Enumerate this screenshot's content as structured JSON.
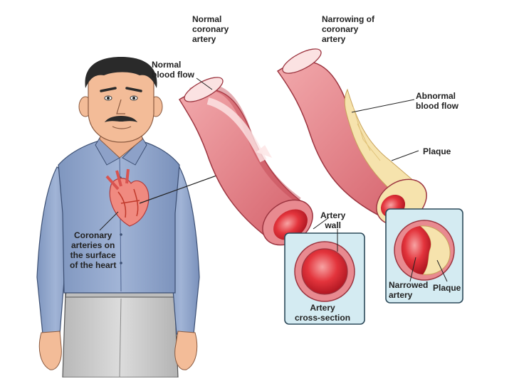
{
  "labels": {
    "normal_artery": "Normal\ncoronary\nartery",
    "narrowing_artery": "Narrowing of\ncoronary\nartery",
    "normal_flow": "Normal\nblood flow",
    "abnormal_flow": "Abnormal\nblood flow",
    "plaque": "Plaque",
    "artery_wall": "Artery\nwall",
    "coronary_surface": "Coronary\narteries on\nthe surface\nof the heart",
    "cross_section": "Artery\ncross-section",
    "narrowed_artery": "Narrowed\nartery",
    "plaque_small": "Plaque"
  },
  "colors": {
    "artery_outer": "#e8878e",
    "artery_dark": "#c24450",
    "lumen": "#e2343c",
    "plaque": "#f6e3ad",
    "shirt": "#8fa4c8",
    "skin": "#f3bc98",
    "hair": "#2a2a2a",
    "pants": "#c9c9c9",
    "panel_bg": "#d4ebf2",
    "panel_border": "#2d4a5a"
  }
}
